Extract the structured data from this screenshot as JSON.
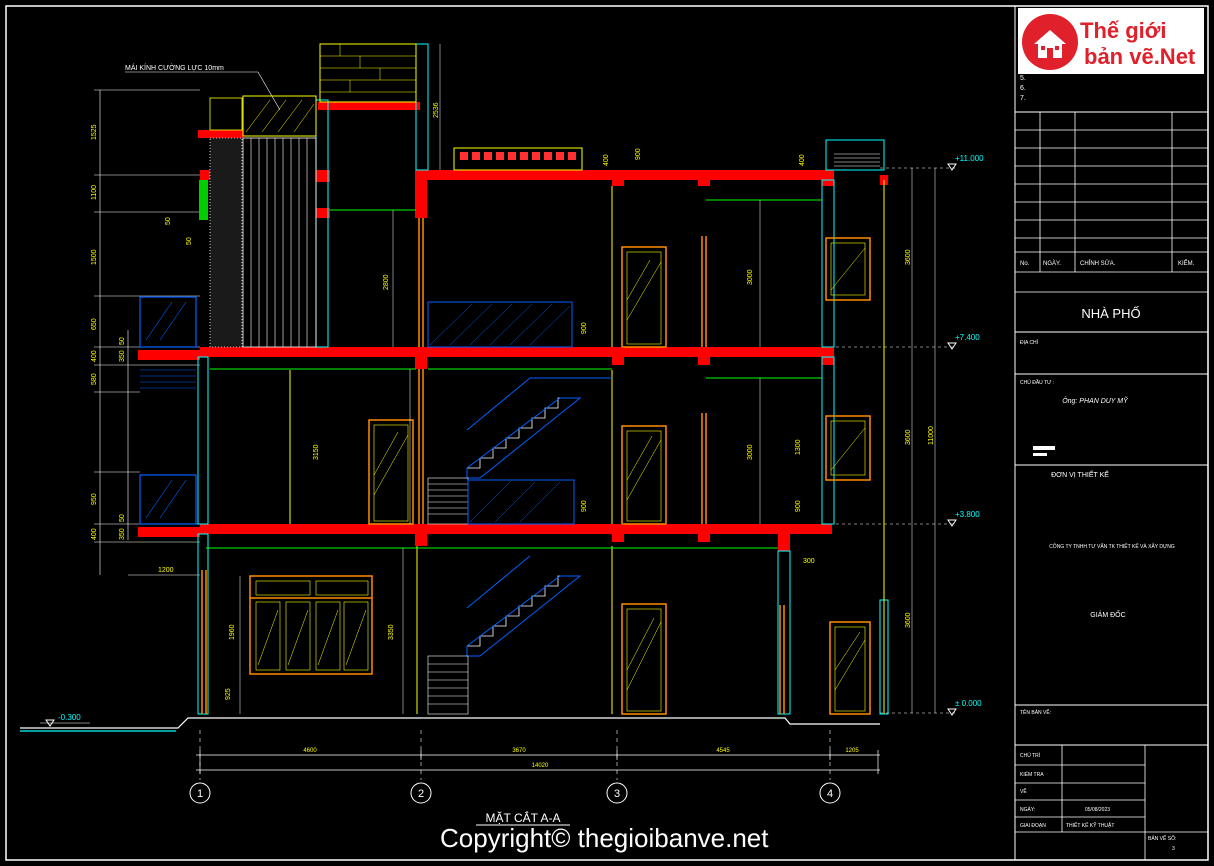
{
  "logo": {
    "line1": "Thế giới",
    "line2": "bản vẽ.Net"
  },
  "header_numbers": [
    "5.",
    "6.",
    "7."
  ],
  "revision_table": {
    "cols": [
      "No.",
      "NGÀY.",
      "CHỈNH SỬA.",
      "KIỂM."
    ]
  },
  "project_title": "NHÀ PHỐ",
  "address_label": "ĐỊA CHỈ",
  "owner_label": "CHỦ ĐẦU TƯ :",
  "owner_name": "Ông: PHAN DUY MỸ",
  "design_unit": "ĐƠN VỊ THIẾT KẾ",
  "company": "CÔNG TY TNHH TƯ VẤN TK THIẾT KẾ VÀ XÂY DỰNG",
  "director": "GIÁM ĐỐC",
  "drawing_name_label": "TÊN BẢN VẼ:",
  "tb_rows": [
    "CHỦ TRÌ",
    "KIỂM TRA",
    "VẼ",
    "NGÀY:",
    "GIAI ĐOẠN"
  ],
  "tb_date": "05/08/2023",
  "tb_phase": "THIẾT KẾ KỸ THUẬT",
  "sheet_label": "BẢN VẼ SỐ:",
  "sheet_no": "3",
  "section_title": "MẶT CẮT A-A",
  "copyright": "Copyright© thegioibanve.net",
  "glass_note": "MÁI KÍNH CƯỜNG LỰC 10mm",
  "levels": [
    {
      "label": "+11.000"
    },
    {
      "label": "+7.400"
    },
    {
      "label": "+3.800"
    },
    {
      "label": "± 0.000"
    },
    {
      "label": "-0.300"
    }
  ],
  "axes": [
    "1",
    "2",
    "3",
    "4"
  ],
  "dims_bottom": [
    "4600",
    "3670",
    "4545",
    "1205"
  ],
  "dim_total": "14020",
  "dims_left": [
    "1525",
    "1100",
    "1500",
    "650",
    "400",
    "580",
    "950",
    "400",
    "1200"
  ],
  "dims_left_small": [
    "50",
    "350",
    "50",
    "350",
    "50",
    "50"
  ],
  "dims_inner": [
    "2800",
    "3150",
    "3350",
    "3000",
    "3000",
    "1960",
    "925",
    "900",
    "900",
    "900",
    "1300",
    "300",
    "2536",
    "400",
    "900",
    "400",
    "3600",
    "3600",
    "3600",
    "11000"
  ],
  "colors": {
    "slab": "#ff0000",
    "wall": "#00ffff",
    "door": "#ff8c00",
    "hatch": "#ffff00",
    "stair": "#0060ff",
    "dim": "#ffffff",
    "green": "#00ff00"
  }
}
